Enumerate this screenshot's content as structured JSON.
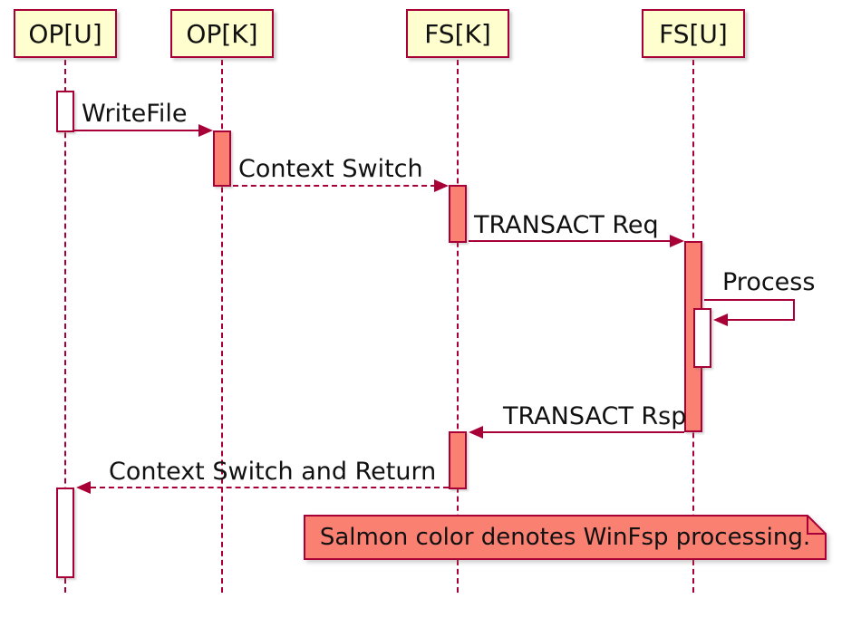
{
  "diagram": {
    "type": "sequence-diagram",
    "participants": [
      {
        "label": "OP[U]"
      },
      {
        "label": "OP[K]"
      },
      {
        "label": "FS[K]"
      },
      {
        "label": "FS[U]"
      }
    ],
    "messages": [
      {
        "label": "WriteFile",
        "from": "OP[U]",
        "to": "OP[K]",
        "style": "solid"
      },
      {
        "label": "Context Switch",
        "from": "OP[K]",
        "to": "FS[K]",
        "style": "dashed"
      },
      {
        "label": "TRANSACT Req",
        "from": "FS[K]",
        "to": "FS[U]",
        "style": "solid"
      },
      {
        "label": "Process",
        "from": "FS[U]",
        "to": "FS[U]",
        "style": "self"
      },
      {
        "label": "TRANSACT Rsp",
        "from": "FS[U]",
        "to": "FS[K]",
        "style": "solid"
      },
      {
        "label": "Context Switch and Return",
        "from": "FS[K]",
        "to": "OP[U]",
        "style": "dashed"
      }
    ],
    "note": {
      "text": "Salmon color denotes WinFsp processing."
    },
    "colors": {
      "line": "#A80036",
      "participant_fill": "#FEFECE",
      "salmon": "#FA8072",
      "activation_white": "#FFFFFF",
      "background": "#FFFFFF"
    }
  }
}
